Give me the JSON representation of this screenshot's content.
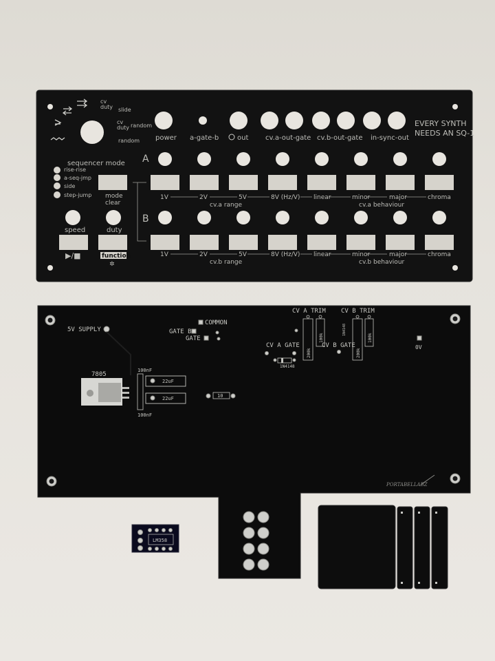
{
  "panel": {
    "brand_line1": "EVERY SYNTH",
    "brand_line2": "NEEDS AN SQ-1",
    "top_labels": {
      "cv": "cv",
      "duty": "duty",
      "slide": "slide",
      "cv2": "cv",
      "duty2": "duty",
      "random": "random",
      "random2": "random",
      "power": "power",
      "a_gate_b": "a-gate-b",
      "out": "out",
      "cv_a_out_gate": "cv.a-out-gate",
      "cv_b_out_gate": "cv.b-out-gate",
      "in_sync_out": "in-sync-out"
    },
    "seq_mode": {
      "title": "sequencer mode",
      "options": [
        "rise-rise",
        "a-seq-jmp",
        "side",
        "step-jump"
      ]
    },
    "row_a_letter": "A",
    "row_b_letter": "B",
    "mode_clear": [
      "mode",
      "clear"
    ],
    "speed": "speed",
    "duty_label": "duty",
    "play_stop": "▶/■",
    "function": "function",
    "range_ticks": [
      "1V",
      "2V",
      "5V",
      "8V (Hz/V)"
    ],
    "behaviour_ticks": [
      "linear",
      "minor",
      "major",
      "chroma"
    ],
    "cv_a_range": "cv.a range",
    "cv_a_behaviour": "cv.a behaviour",
    "cv_b_range": "cv.b range",
    "cv_b_behaviour": "cv.b behaviour"
  },
  "pcb": {
    "supply": "5V SUPPLY",
    "regulator": "7805",
    "cap_100nf_top": "100nF",
    "cap_100nf_bottom": "100nF",
    "cap_22uf_1": "22uF",
    "cap_22uf_2": "22uF",
    "resistor_10": "10",
    "common": "COMMON",
    "gate_b": "GATE B",
    "gate_a": "GATE A",
    "cv_a_trim": "CV A TRIM",
    "cv_b_trim": "CV B TRIM",
    "cv_a_gate": "CV A GATE",
    "cv_b_gate": "CV B GATE",
    "diode": "1N4148",
    "r_200k_1": "200k",
    "r_100k_1": "100k",
    "r_200k_2": "200k",
    "r_100k_2": "100k",
    "diode_b": "1N4148",
    "zero_v": "0V",
    "maker": "PORTABELLABZ"
  },
  "small_pcb": {
    "chip": "LM358"
  }
}
